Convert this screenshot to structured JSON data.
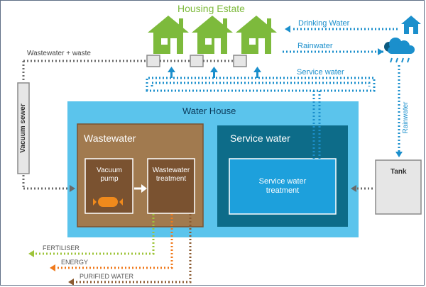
{
  "title": "Housing Estate",
  "labels": {
    "drinking_water": "Drinking Water",
    "rainwater": "Rainwater",
    "wastewater_waste": "Wastewater + waste",
    "service_water_top": "Service water",
    "vacuum_sewer": "Vacuum sewer",
    "water_house": "Water House",
    "wastewater_box": "Wastewater",
    "vacuum_pump": "Vacuum pump",
    "wastewater_treatment": "Wastewater treatment",
    "service_water_box": "Service water",
    "service_water_treatment": "Service water treatment",
    "rainwater_side": "Rainwater",
    "tank": "Tank",
    "fertiliser": "FERTILISER",
    "energy": "ENERGY",
    "purified_water": "PURIFIED WATER"
  },
  "icons": [
    "house-icon",
    "rain-cloud-icon",
    "pump-icon",
    "arrow-up-icon"
  ],
  "colors": {
    "house_green": "#7dba3c",
    "water_blue": "#1b8fcc",
    "water_house_bg": "#5bc4ec",
    "wastewater_brown": "#a17a4f",
    "inner_brown": "#7a5230",
    "service_teal": "#0d6c89",
    "treatment_blue": "#1da0dc",
    "gray_outline": "#8a8a8a",
    "pump_orange": "#f08a1c",
    "fertiliser_green": "#9ec43a",
    "energy_orange": "#f07a1c",
    "purified_brown": "#8a5a30"
  }
}
